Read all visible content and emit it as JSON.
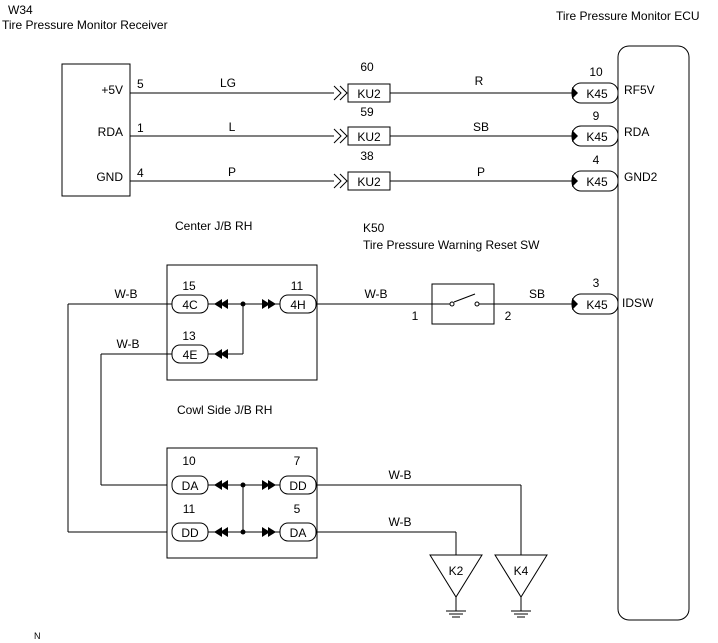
{
  "receiver": {
    "code": "W34",
    "title": "Tire Pressure Monitor Receiver",
    "pins": [
      {
        "label": "+5V",
        "num": "5"
      },
      {
        "label": "RDA",
        "num": "1"
      },
      {
        "label": "GND",
        "num": "4"
      }
    ]
  },
  "ecu": {
    "title": "Tire Pressure Monitor ECU",
    "pins": [
      {
        "label": "RF5V",
        "num": "10",
        "connector": "K45"
      },
      {
        "label": "RDA",
        "num": "9",
        "connector": "K45"
      },
      {
        "label": "GND2",
        "num": "4",
        "connector": "K45"
      },
      {
        "label": "IDSW",
        "num": "3",
        "connector": "K45"
      }
    ]
  },
  "junctions": [
    {
      "connector": "KU2",
      "num": "60",
      "left_wire": "LG",
      "right_wire": "R"
    },
    {
      "connector": "KU2",
      "num": "59",
      "left_wire": "L",
      "right_wire": "SB"
    },
    {
      "connector": "KU2",
      "num": "38",
      "left_wire": "P",
      "right_wire": "P"
    }
  ],
  "center_jb": {
    "title": "Center J/B RH",
    "left_connectors": [
      {
        "connector": "4C",
        "num": "15"
      },
      {
        "connector": "4E",
        "num": "13"
      }
    ],
    "right_connector": {
      "connector": "4H",
      "num": "11"
    }
  },
  "switch": {
    "code": "K50",
    "title": "Tire Pressure Warning Reset SW",
    "pin_left": "1",
    "pin_right": "2",
    "wire_left": "W-B",
    "wire_right": "SB"
  },
  "cowl_jb": {
    "title": "Cowl Side J/B RH",
    "left_connectors": [
      {
        "connector": "DA",
        "num": "10"
      },
      {
        "connector": "DD",
        "num": "11"
      }
    ],
    "right_connectors": [
      {
        "connector": "DD",
        "num": "7"
      },
      {
        "connector": "DA",
        "num": "5"
      }
    ]
  },
  "wires": {
    "wb_top": "W-B",
    "wb_second": "W-B",
    "wb_k4": "W-B",
    "wb_k2": "W-B"
  },
  "grounds": [
    {
      "label": "K2"
    },
    {
      "label": "K4"
    }
  ],
  "footer_mark": "N"
}
